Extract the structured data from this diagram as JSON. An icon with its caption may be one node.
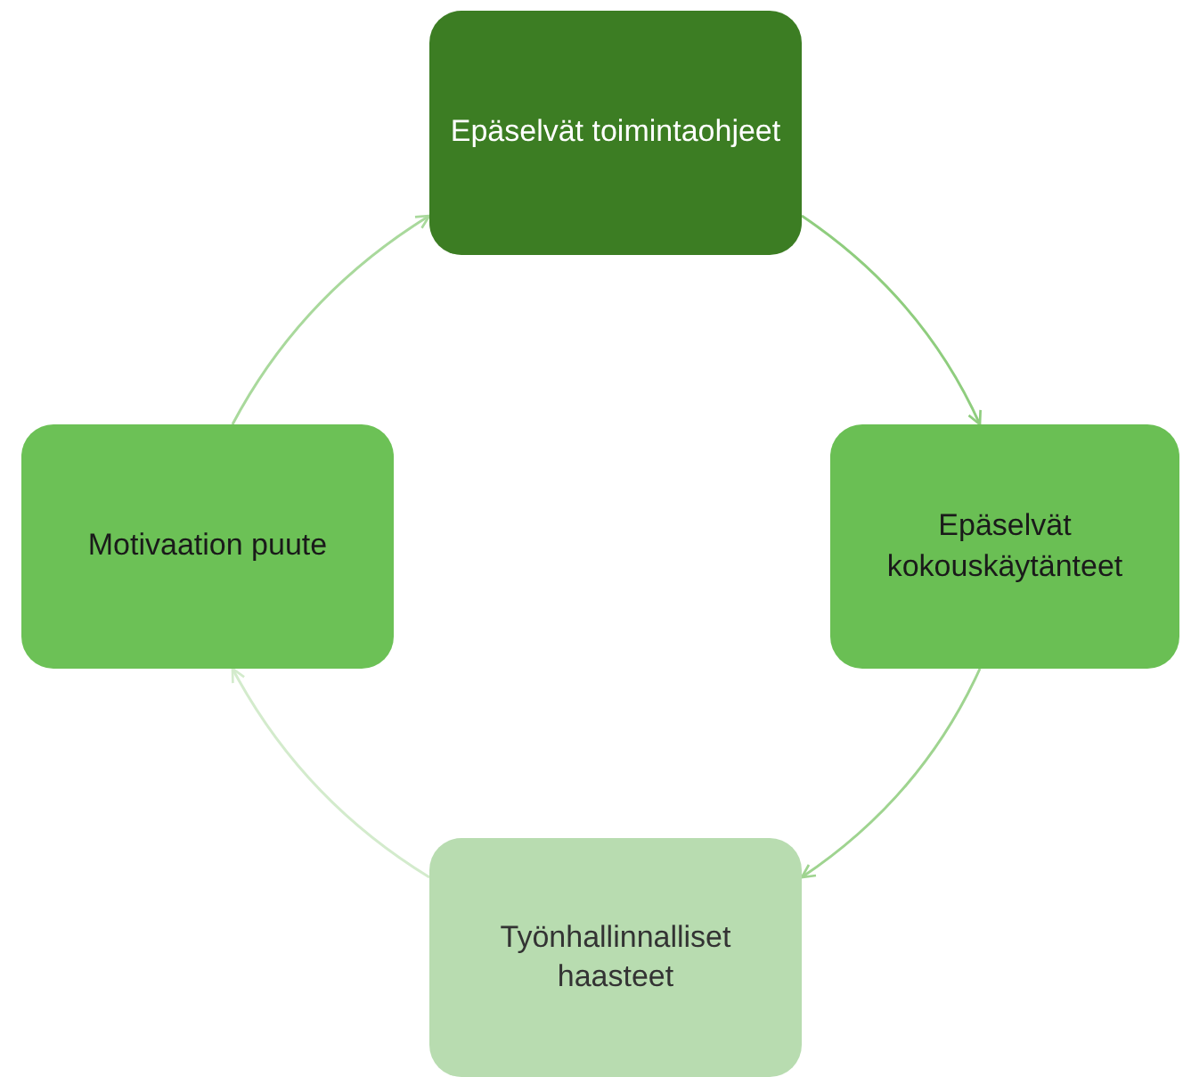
{
  "diagram": {
    "nodes": [
      {
        "text": [
          "Epäselvät toimintaohjeet"
        ]
      },
      {
        "text": [
          "Epäselvät kokouskäytänteet"
        ]
      },
      {
        "text": [
          "Työnhallinnalliset haasteet"
        ]
      },
      {
        "text": [
          "Motivaation puute"
        ]
      }
    ],
    "edges": [
      {
        "from": 0,
        "to": 1,
        "arrow": "to",
        "color": "#8fcd7e"
      },
      {
        "from": 1,
        "to": 2,
        "arrow": "to",
        "color": "#9fd490"
      },
      {
        "from": 2,
        "to": 3,
        "arrow": "to",
        "color": "#d3ebcc"
      },
      {
        "from": 3,
        "to": 0,
        "arrow": "to",
        "color": "#a9d99c"
      }
    ]
  }
}
